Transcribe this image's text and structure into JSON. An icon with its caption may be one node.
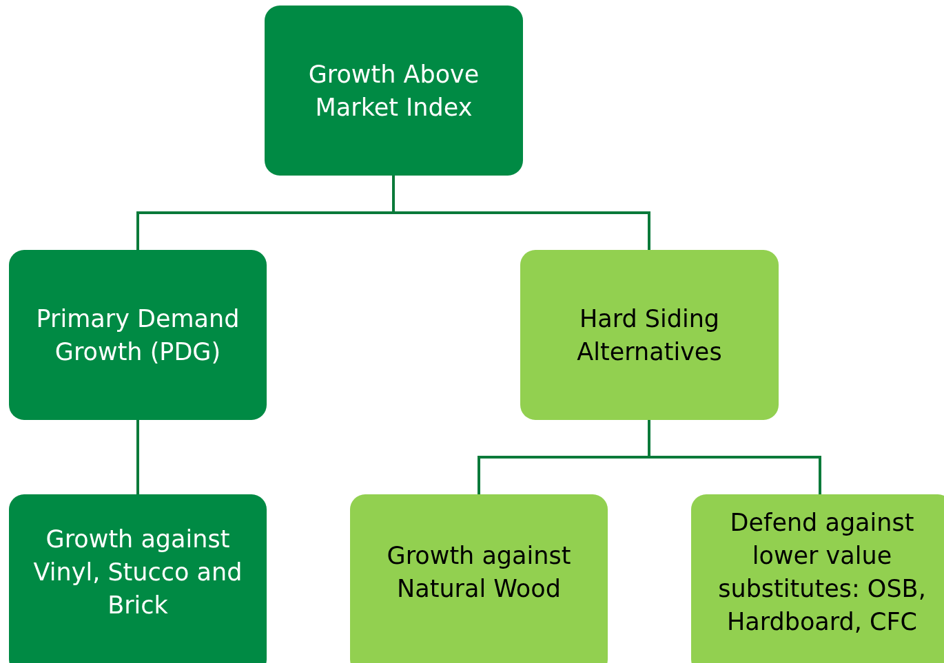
{
  "diagram": {
    "nodes": [
      {
        "text": [
          "Growth Above Market Index"
        ]
      },
      {
        "text": [
          "Primary Demand Growth (PDG)"
        ]
      },
      {
        "text": [
          "Hard Siding Alternatives"
        ]
      },
      {
        "text": [
          "Growth against Vinyl, Stucco and Brick"
        ]
      },
      {
        "text": [
          "Growth against Natural Wood"
        ]
      },
      {
        "text": [
          "Defend against lower value substitutes: OSB, Hardboard, CFC"
        ]
      }
    ],
    "edges": [
      {
        "from": 0,
        "to": 1,
        "arrow": "none"
      },
      {
        "from": 0,
        "to": 2,
        "arrow": "none"
      },
      {
        "from": 1,
        "to": 3,
        "arrow": "none"
      },
      {
        "from": 2,
        "to": 4,
        "arrow": "none"
      },
      {
        "from": 2,
        "to": 5,
        "arrow": "none"
      }
    ]
  }
}
